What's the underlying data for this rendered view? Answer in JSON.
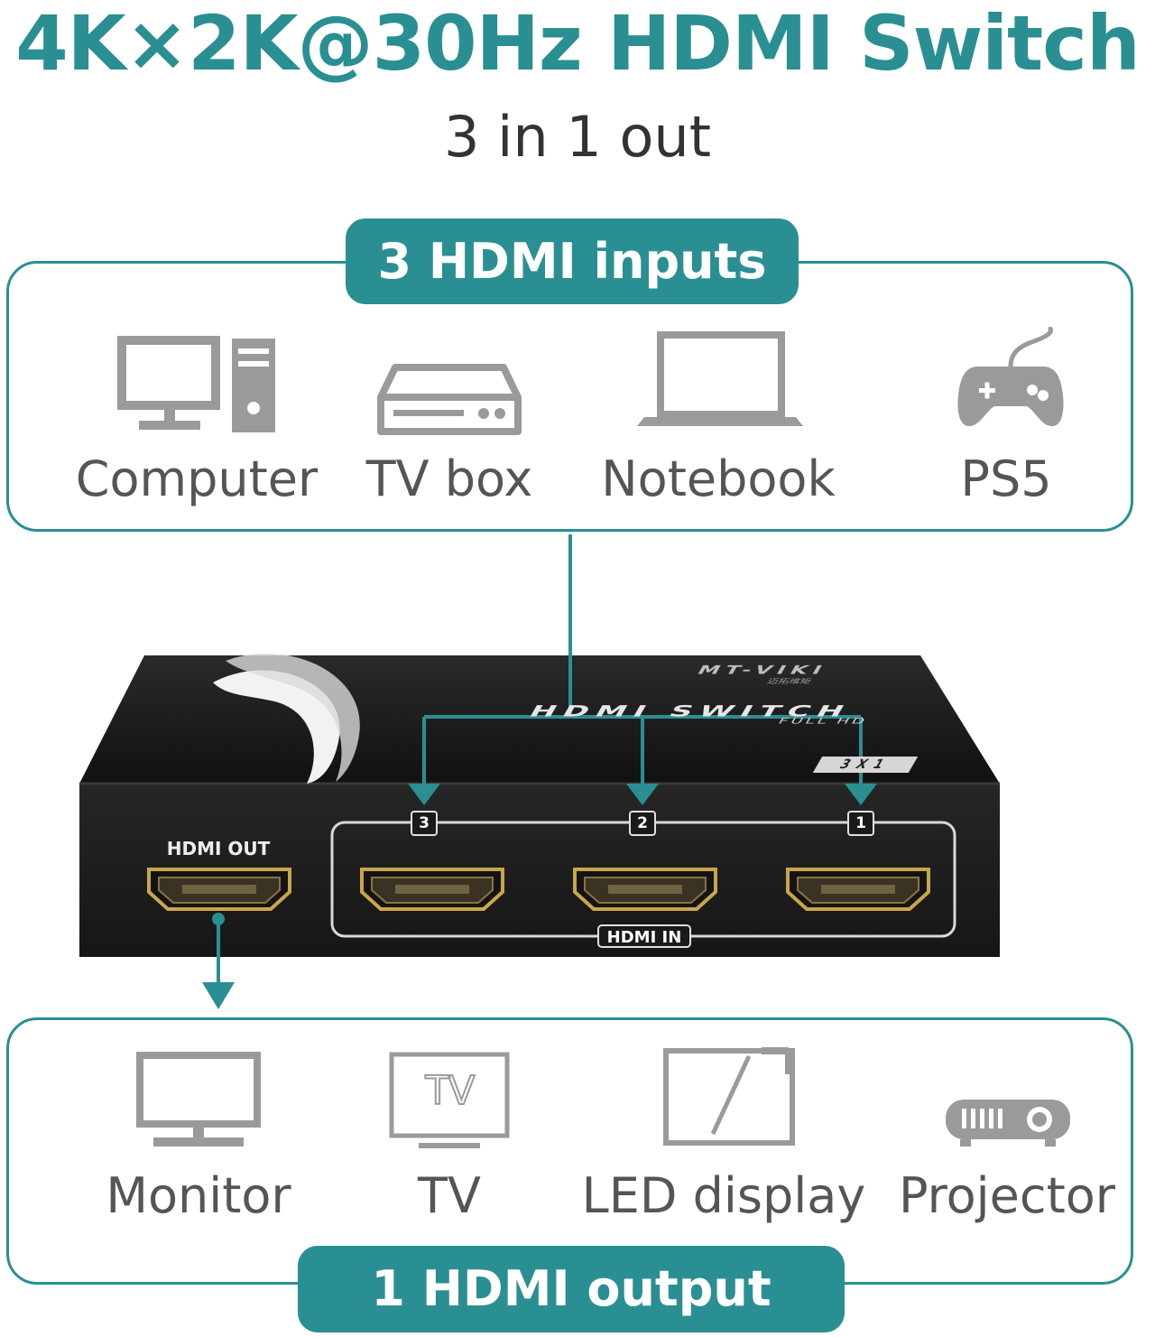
{
  "title": "4K×2K@30Hz HDMI Switch",
  "subtitle": "3 in 1 out",
  "inputs": {
    "header": "3 HDMI inputs",
    "devices": [
      {
        "label": "Computer",
        "icon": "computer-icon"
      },
      {
        "label": "TV box",
        "icon": "tv-box-icon"
      },
      {
        "label": "Notebook",
        "icon": "notebook-icon"
      },
      {
        "label": "PS5",
        "icon": "gamepad-icon"
      }
    ]
  },
  "outputs": {
    "header": "1 HDMI output",
    "devices": [
      {
        "label": "Monitor",
        "icon": "monitor-icon"
      },
      {
        "label": "TV",
        "icon": "tv-icon"
      },
      {
        "label": "LED display",
        "icon": "led-display-icon"
      },
      {
        "label": "Projector",
        "icon": "projector-icon"
      }
    ]
  },
  "device": {
    "brand": "MT-VIKI",
    "brand_sub": "迈拓维矩",
    "name": "HDMI SWITCH",
    "name_sub": "FULL HD",
    "model": "3X1",
    "out_label": "HDMI OUT",
    "in_label": "HDMI IN",
    "port_numbers": [
      "3",
      "2",
      "1"
    ]
  },
  "icon_tv_text": "TV",
  "colors": {
    "accent": "#2a8f92",
    "icon_gray": "#9a9a9a",
    "device_body": "#1f1f1f",
    "port_gold": "#c9a64a"
  }
}
